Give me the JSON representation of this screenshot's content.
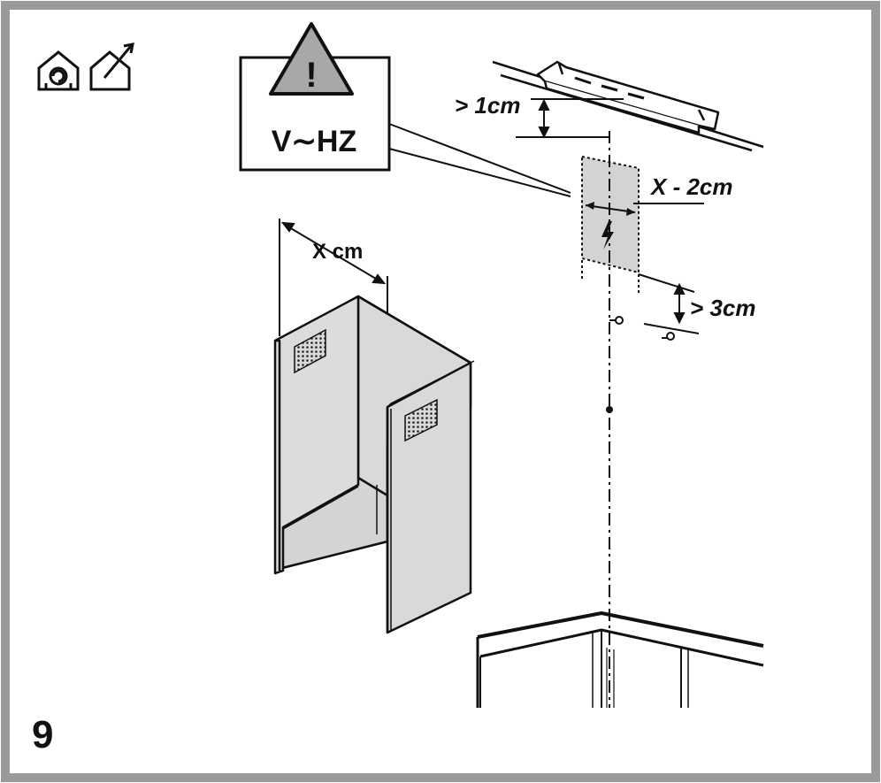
{
  "figure": {
    "step_number": "9",
    "warning_symbol": "!",
    "voltage_label": "V∼HZ",
    "labels": {
      "gap_top": "> 1cm",
      "bracket_width": "X - 2cm",
      "chimney_width": "X cm",
      "gap_bottom": "> 3cm"
    },
    "icons": [
      "recirculation-house-icon",
      "exhaust-house-icon",
      "warning-triangle-icon",
      "electric-bolt-icon"
    ],
    "colors": {
      "frame_border": "#9a9a9a",
      "warning_fill": "#a8a8a8",
      "outlet_fill": "#d3d3d3",
      "panel_fill": "#d9d9d9"
    }
  }
}
